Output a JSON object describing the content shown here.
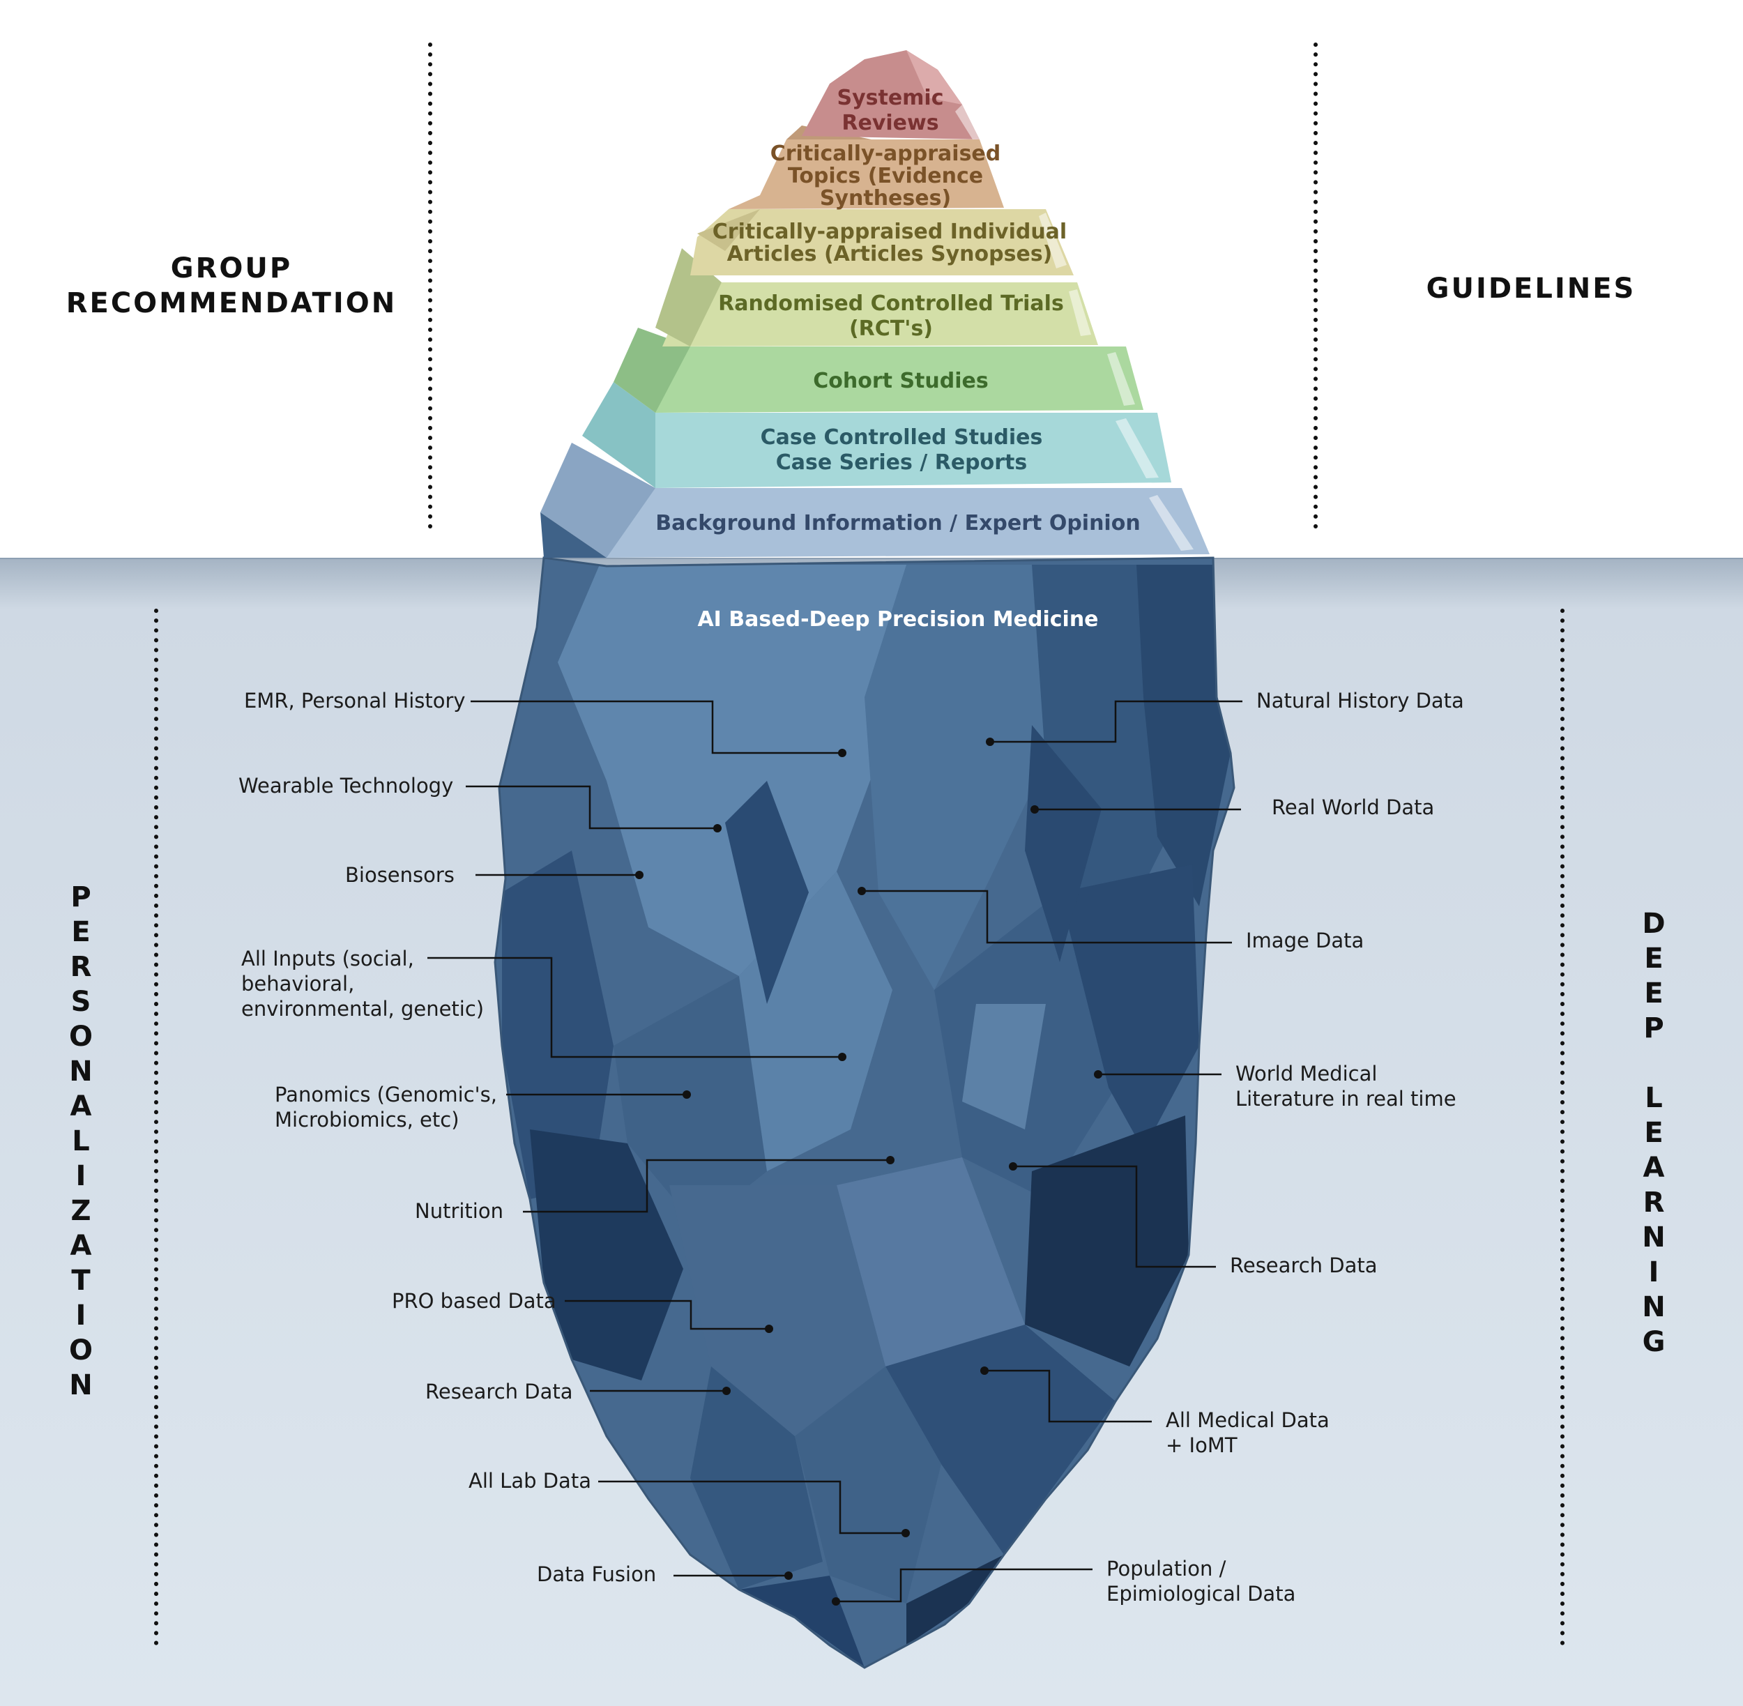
{
  "tip_tiers": [
    {
      "id": "systemic",
      "lines": [
        "Systemic",
        "Reviews"
      ],
      "color": "#c78d8d",
      "text_color": "#7a3232"
    },
    {
      "id": "cat",
      "lines": [
        "Critically-appraised",
        "Topics (Evidence",
        "Syntheses)"
      ],
      "color": "#d7b390",
      "text_color": "#7a5228"
    },
    {
      "id": "cai",
      "lines": [
        "Critically-appraised Individual",
        "Articles (Articles Synopses)"
      ],
      "color": "#ddd7a4",
      "text_color": "#6c6228"
    },
    {
      "id": "rct",
      "lines": [
        "Randomised Controlled Trials",
        "(RCT's)"
      ],
      "color": "#d3dfa8",
      "text_color": "#5c6a25"
    },
    {
      "id": "cohort",
      "lines": [
        "Cohort Studies"
      ],
      "color": "#abd89f",
      "text_color": "#3d6b2c"
    },
    {
      "id": "case",
      "lines": [
        "Case Controlled Studies",
        "Case Series / Reports"
      ],
      "color": "#a6d8d9",
      "text_color": "#2b5a66"
    },
    {
      "id": "background",
      "lines": [
        "Background Information / Expert Opinion"
      ],
      "color": "#a9c0d9",
      "text_color": "#34496a"
    }
  ],
  "side_titles": {
    "top_left": [
      "GROUP",
      "RECOMMENDATION"
    ],
    "top_right": "GUIDELINES",
    "bottom_left": "PERSONALIZATION",
    "bottom_right": [
      "DEEP",
      "LEARNING"
    ]
  },
  "underwater_title": "AI Based-Deep Precision Medicine",
  "left_callouts": [
    {
      "id": "emr",
      "lines": [
        "EMR, Personal History"
      ]
    },
    {
      "id": "wearable",
      "lines": [
        "Wearable Technology"
      ]
    },
    {
      "id": "biosensors",
      "lines": [
        "Biosensors"
      ]
    },
    {
      "id": "all-inputs",
      "lines": [
        "All Inputs (social,",
        "behavioral,",
        "environmental, genetic)"
      ]
    },
    {
      "id": "panomics",
      "lines": [
        "Panomics (Genomic's,",
        "Microbiomics, etc)"
      ]
    },
    {
      "id": "nutrition",
      "lines": [
        "Nutrition"
      ]
    },
    {
      "id": "pro",
      "lines": [
        "PRO based Data"
      ]
    },
    {
      "id": "research-left",
      "lines": [
        "Research Data"
      ]
    },
    {
      "id": "lab",
      "lines": [
        "All Lab Data"
      ]
    },
    {
      "id": "fusion",
      "lines": [
        "Data Fusion"
      ]
    }
  ],
  "right_callouts": [
    {
      "id": "natural-history",
      "lines": [
        "Natural History Data"
      ]
    },
    {
      "id": "real-world",
      "lines": [
        "Real World Data"
      ]
    },
    {
      "id": "image",
      "lines": [
        "Image Data"
      ]
    },
    {
      "id": "world-lit",
      "lines": [
        "World Medical",
        "Literature in real time"
      ]
    },
    {
      "id": "research-right",
      "lines": [
        "Research Data"
      ]
    },
    {
      "id": "all-medical",
      "lines": [
        "All Medical Data",
        "+ IoMT"
      ]
    },
    {
      "id": "population",
      "lines": [
        "Population /",
        "Epimiological Data"
      ]
    }
  ],
  "colors": {
    "water_top": "#a3b1c1",
    "water": "#d9e3ed",
    "ice_light": "#5f86ad",
    "ice_mid": "#46698f",
    "ice_dark": "#29496f",
    "ice_darkest": "#1b3352"
  }
}
